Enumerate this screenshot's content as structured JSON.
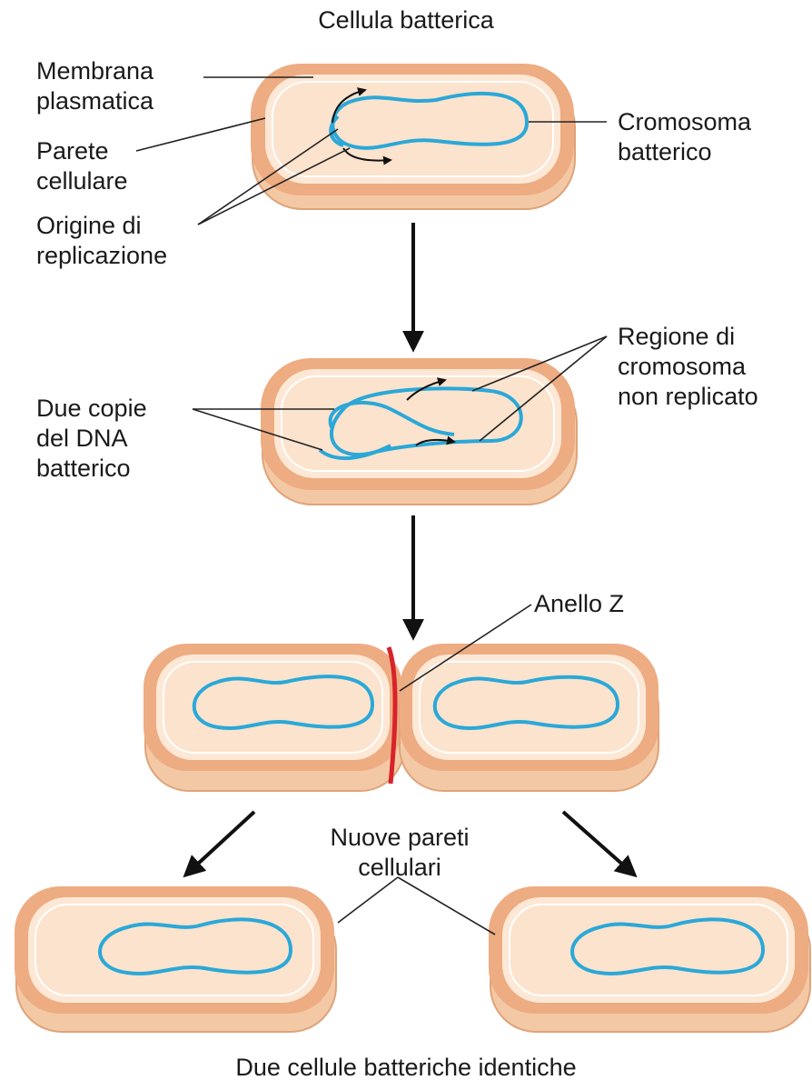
{
  "title": "Cellula batterica",
  "labels": {
    "membrana": [
      "Membrana",
      "plasmatica"
    ],
    "parete": [
      "Parete",
      "cellulare"
    ],
    "origine": [
      "Origine di",
      "replicazione"
    ],
    "cromosoma": [
      "Cromosoma",
      "batterico"
    ],
    "regione": [
      "Regione di",
      "cromosoma",
      "non replicato"
    ],
    "due_copie": [
      "Due copie",
      "del DNA",
      "batterico"
    ],
    "anello": "Anello Z",
    "nuove_pareti": [
      "Nuove pareti",
      "cellulari"
    ]
  },
  "caption": "Due cellule batteriche identiche",
  "colors": {
    "cell_wall": "#e8a77a",
    "cytoplasm": "#fbe3cd",
    "cell_side": "#f3c9a5",
    "dna": "#2ba8d8",
    "z_ring": "#d8232a",
    "arrow": "#111111",
    "leader": "#222222"
  }
}
